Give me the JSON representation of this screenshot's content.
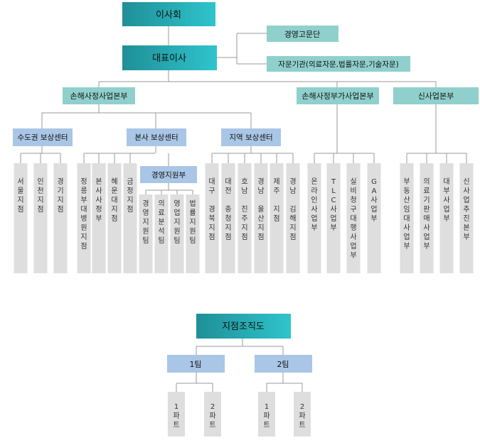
{
  "colors": {
    "teal_dark": "#1f8f97",
    "teal_light": "#2fc4cc",
    "mint": "#8fd0cc",
    "blue": "#a9c6e6",
    "gray": "#dedede",
    "line": "#9a9a9a"
  },
  "top": {
    "board": "이사회",
    "ceo": "대표이사",
    "advisory_group": "경영고문단",
    "advisory_org": "자문기관(의료자문,법률자문,기술자문)"
  },
  "divisions": {
    "property_claims": "손해사정사업본부",
    "property_adjuster": "손해사정부가사업본부",
    "new_business": "신사업본부"
  },
  "centers": {
    "metro": "수도권 보상센터",
    "hq": "본사 보상센터",
    "regional": "지역 보상센터",
    "mgmt_support": "경영지원부"
  },
  "branches": {
    "metro": [
      "서울지점",
      "인천지점",
      "경기지점"
    ],
    "hq": [
      "정릉부대병원지점",
      "본사사정부",
      "혜운대지점",
      "금정지점"
    ],
    "mgmt": [
      "경영지원팀",
      "의료분석팀",
      "영업지원팀",
      "법률지원팀"
    ],
    "regional": [
      "대구 경북지점",
      "대전 충청지점",
      "호남 진주지점",
      "경남 울산지점",
      "제주 지점",
      "경남 김해지점"
    ],
    "adjuster": [
      "온라인사업부",
      "TLC사업부",
      "실비청구대행사업부",
      "GA사업부"
    ],
    "new_biz": [
      "부동산임대사업부",
      "의료기판매사업부",
      "대부사업부",
      "신사업추진본부"
    ]
  },
  "branch_org": {
    "title": "지점조직도",
    "teams": [
      "1팀",
      "2팀"
    ],
    "parts": [
      "1파트",
      "2파트"
    ]
  }
}
